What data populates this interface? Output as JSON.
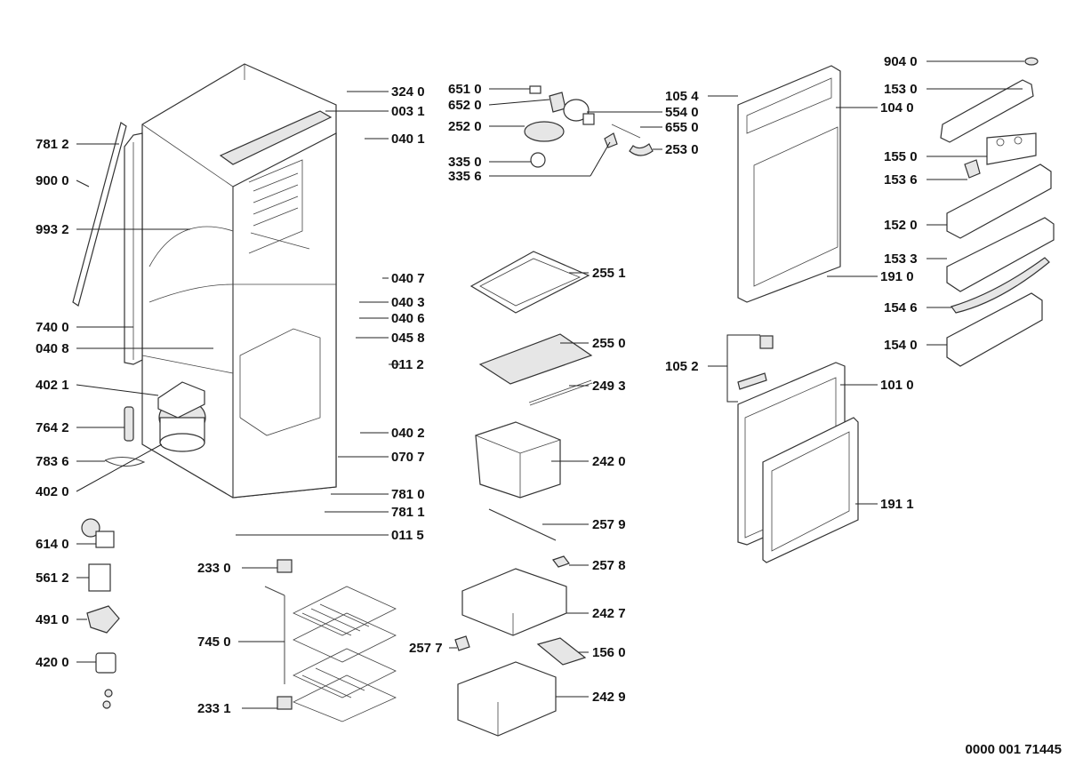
{
  "doc_number": "0000 001 71445",
  "callouts": [
    {
      "id": "c3240",
      "label": "324 0"
    },
    {
      "id": "c0031",
      "label": "003 1"
    },
    {
      "id": "c0401",
      "label": "040 1"
    },
    {
      "id": "c7812",
      "label": "781 2"
    },
    {
      "id": "c9000",
      "label": "900 0"
    },
    {
      "id": "c9932",
      "label": "993 2"
    },
    {
      "id": "c0407",
      "label": "040 7"
    },
    {
      "id": "c0403",
      "label": "040 3"
    },
    {
      "id": "c0406",
      "label": "040 6"
    },
    {
      "id": "c7400",
      "label": "740 0"
    },
    {
      "id": "c0458",
      "label": "045 8"
    },
    {
      "id": "c0408",
      "label": "040 8"
    },
    {
      "id": "c0112",
      "label": "011 2"
    },
    {
      "id": "c4021",
      "label": "402 1"
    },
    {
      "id": "c7642",
      "label": "764 2"
    },
    {
      "id": "c0402",
      "label": "040 2"
    },
    {
      "id": "c7836",
      "label": "783 6"
    },
    {
      "id": "c0707",
      "label": "070 7"
    },
    {
      "id": "c4020",
      "label": "402 0"
    },
    {
      "id": "c7810",
      "label": "781 0"
    },
    {
      "id": "c7811",
      "label": "781 1"
    },
    {
      "id": "c0115",
      "label": "011 5"
    },
    {
      "id": "c6140",
      "label": "614 0"
    },
    {
      "id": "c5612",
      "label": "561 2"
    },
    {
      "id": "c4910",
      "label": "491 0"
    },
    {
      "id": "c4200",
      "label": "420 0"
    },
    {
      "id": "c6510",
      "label": "651 0"
    },
    {
      "id": "c6520",
      "label": "652 0"
    },
    {
      "id": "c2520",
      "label": "252 0"
    },
    {
      "id": "c3350",
      "label": "335 0"
    },
    {
      "id": "c3356",
      "label": "335 6"
    },
    {
      "id": "c5540",
      "label": "554 0"
    },
    {
      "id": "c6550",
      "label": "655 0"
    },
    {
      "id": "c2530",
      "label": "253 0"
    },
    {
      "id": "c2551",
      "label": "255 1"
    },
    {
      "id": "c2550",
      "label": "255 0"
    },
    {
      "id": "c2493",
      "label": "249 3"
    },
    {
      "id": "c2420",
      "label": "242 0"
    },
    {
      "id": "c2579",
      "label": "257 9"
    },
    {
      "id": "c2578",
      "label": "257 8"
    },
    {
      "id": "c2427",
      "label": "242 7"
    },
    {
      "id": "c2577",
      "label": "257 7"
    },
    {
      "id": "c1560",
      "label": "156 0"
    },
    {
      "id": "c2429",
      "label": "242 9"
    },
    {
      "id": "c2330",
      "label": "233 0"
    },
    {
      "id": "c7450",
      "label": "745 0"
    },
    {
      "id": "c2331",
      "label": "233 1"
    },
    {
      "id": "c1054",
      "label": "105 4"
    },
    {
      "id": "c1040",
      "label": "104 0"
    },
    {
      "id": "c1910",
      "label": "191 0"
    },
    {
      "id": "c1052",
      "label": "105 2"
    },
    {
      "id": "c1010",
      "label": "101 0"
    },
    {
      "id": "c1911",
      "label": "191 1"
    },
    {
      "id": "c9040",
      "label": "904 0"
    },
    {
      "id": "c1530",
      "label": "153 0"
    },
    {
      "id": "c1550",
      "label": "155 0"
    },
    {
      "id": "c1536",
      "label": "153 6"
    },
    {
      "id": "c1520",
      "label": "152 0"
    },
    {
      "id": "c1533",
      "label": "153 3"
    },
    {
      "id": "c1546",
      "label": "154 6"
    },
    {
      "id": "c1540",
      "label": "154 0"
    }
  ]
}
